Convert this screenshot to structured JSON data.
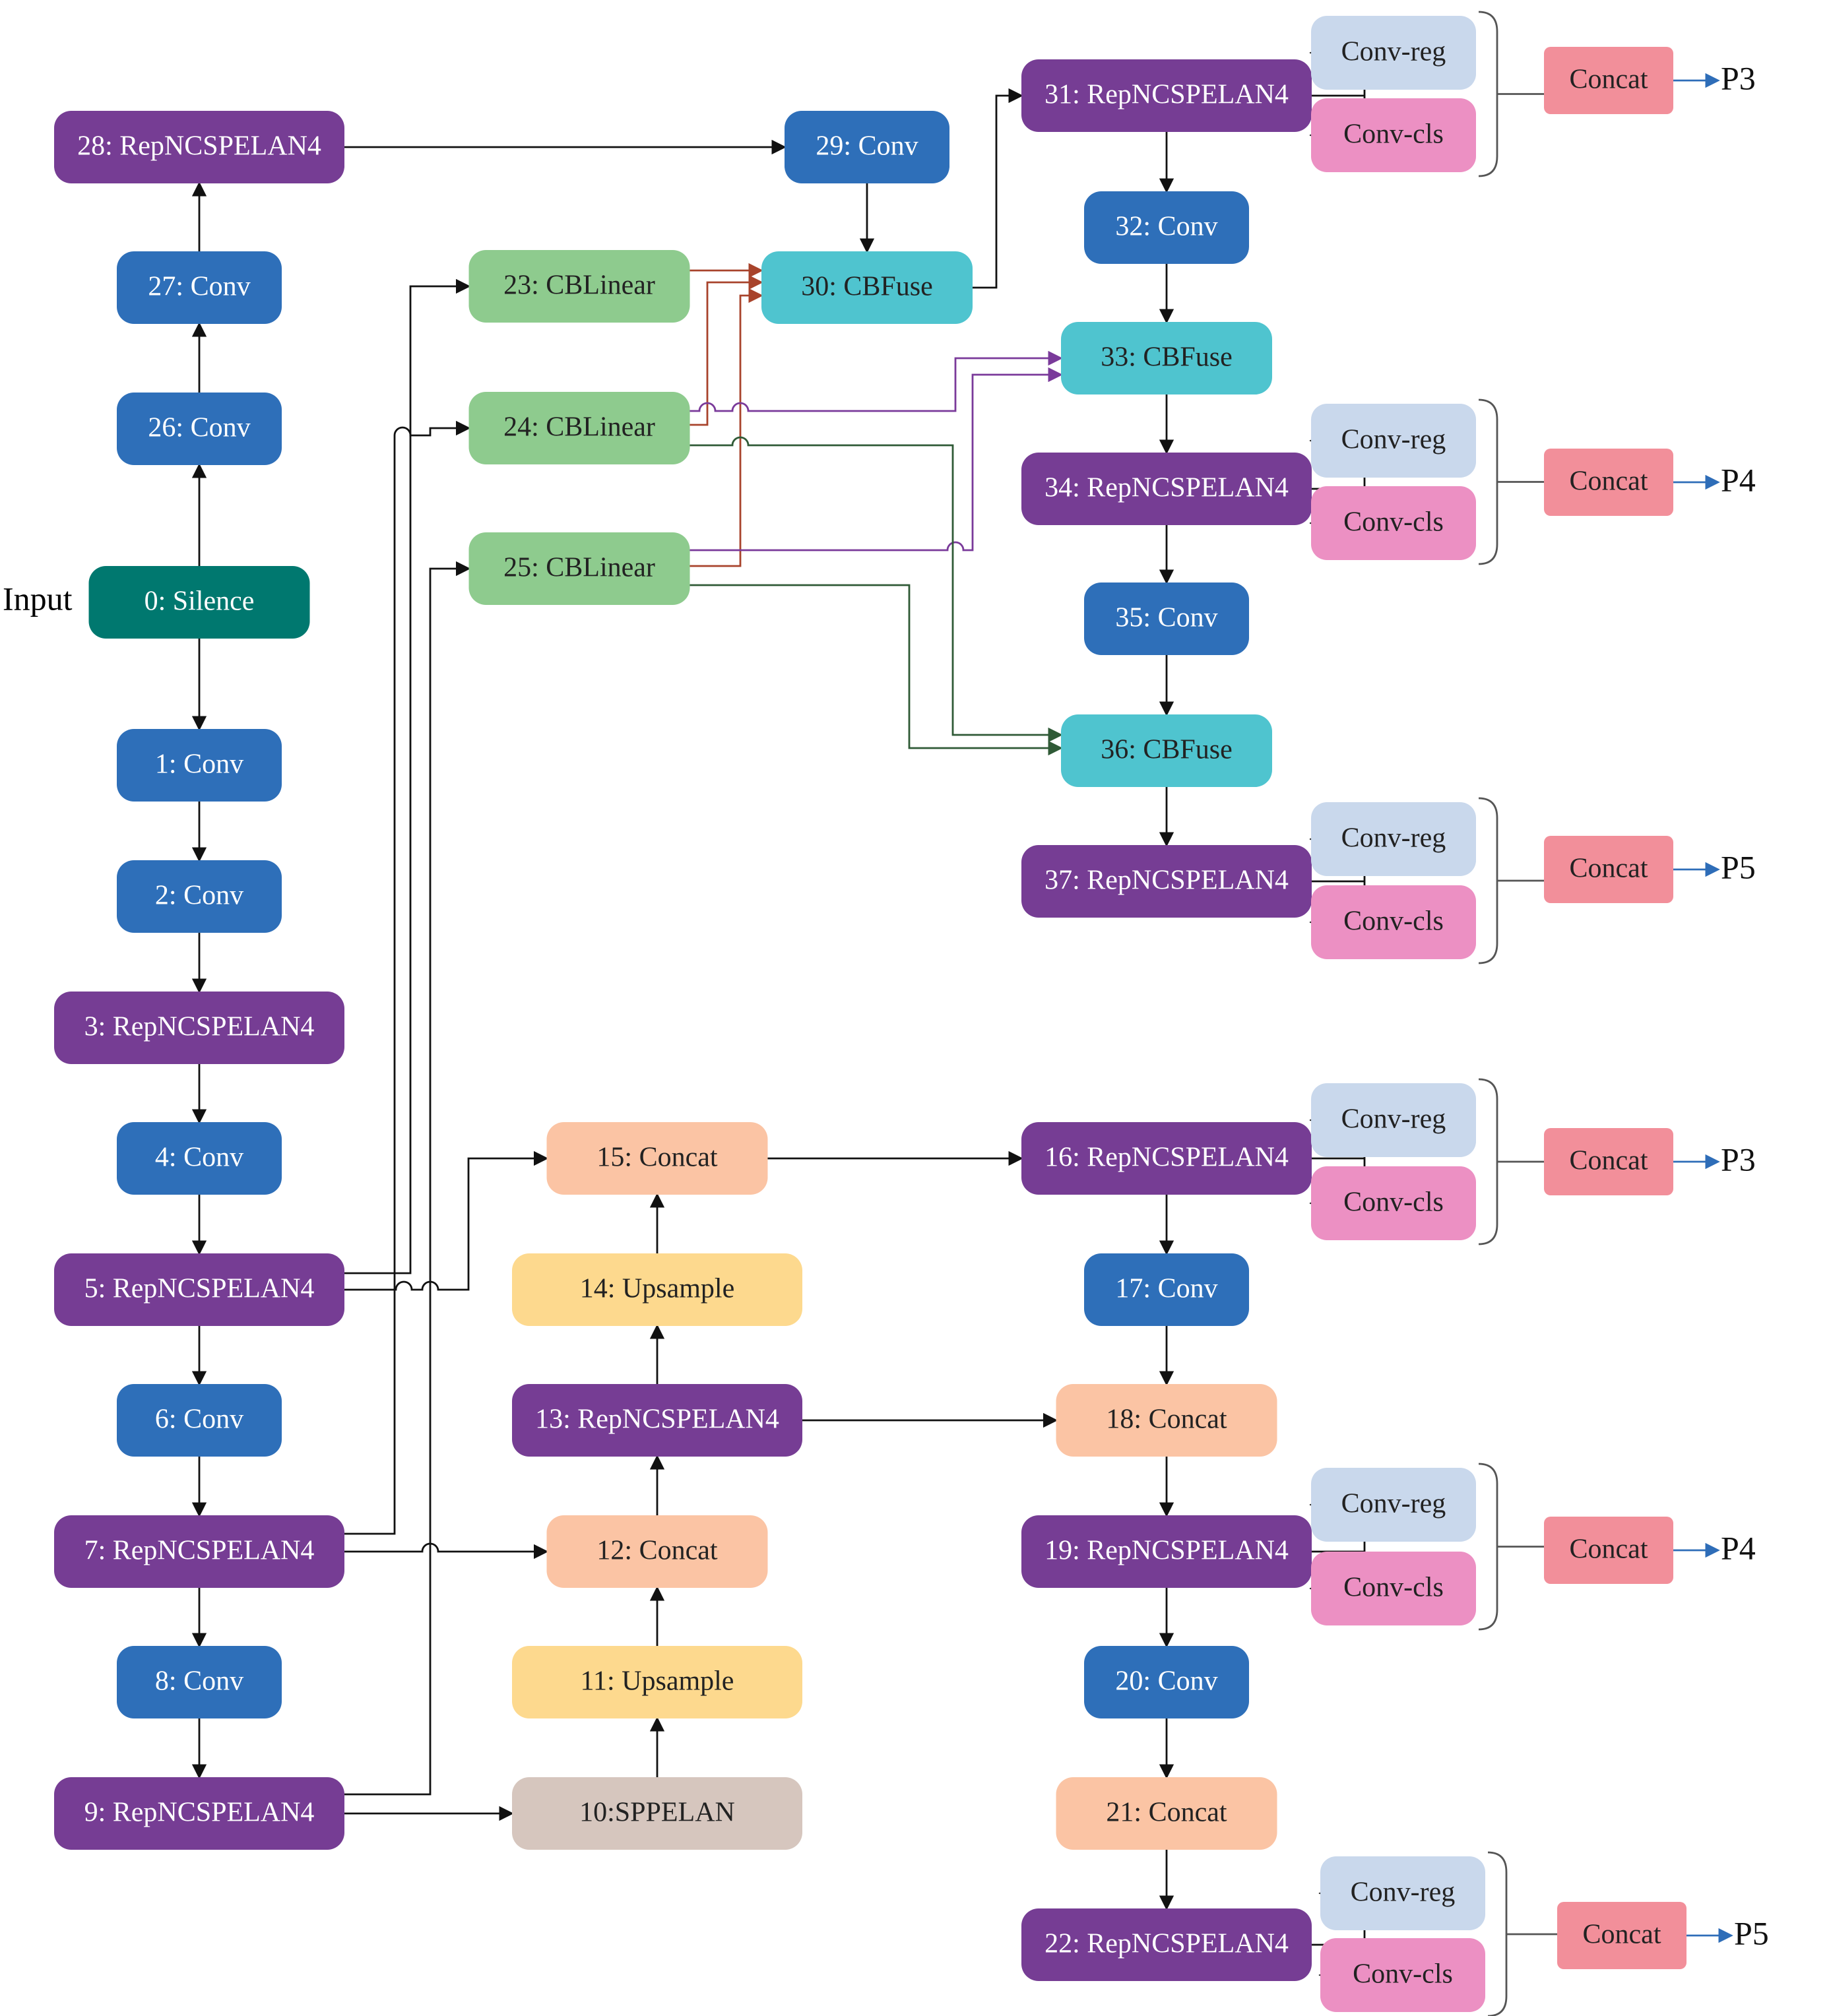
{
  "diagram": {
    "input_label": "Input",
    "nodes": {
      "n0": {
        "label": "0: Silence",
        "kind": "silence"
      },
      "n1": {
        "label": "1: Conv",
        "kind": "conv"
      },
      "n2": {
        "label": "2: Conv",
        "kind": "conv"
      },
      "n3": {
        "label": "3: RepNCSPELAN4",
        "kind": "rep"
      },
      "n4": {
        "label": "4: Conv",
        "kind": "conv"
      },
      "n5": {
        "label": "5: RepNCSPELAN4",
        "kind": "rep"
      },
      "n6": {
        "label": "6: Conv",
        "kind": "conv"
      },
      "n7": {
        "label": "7: RepNCSPELAN4",
        "kind": "rep"
      },
      "n8": {
        "label": "8: Conv",
        "kind": "conv"
      },
      "n9": {
        "label": "9: RepNCSPELAN4",
        "kind": "rep"
      },
      "n10": {
        "label": "10:SPPELAN",
        "kind": "sppelan"
      },
      "n11": {
        "label": "11: Upsample",
        "kind": "upsample"
      },
      "n12": {
        "label": "12: Concat",
        "kind": "concat"
      },
      "n13": {
        "label": "13: RepNCSPELAN4",
        "kind": "rep"
      },
      "n14": {
        "label": "14: Upsample",
        "kind": "upsample"
      },
      "n15": {
        "label": "15: Concat",
        "kind": "concat"
      },
      "n16": {
        "label": "16: RepNCSPELAN4",
        "kind": "rep"
      },
      "n17": {
        "label": "17: Conv",
        "kind": "conv"
      },
      "n18": {
        "label": "18: Concat",
        "kind": "concat"
      },
      "n19": {
        "label": "19: RepNCSPELAN4",
        "kind": "rep"
      },
      "n20": {
        "label": "20: Conv",
        "kind": "conv"
      },
      "n21": {
        "label": "21: Concat",
        "kind": "concat"
      },
      "n22": {
        "label": "22: RepNCSPELAN4",
        "kind": "rep"
      },
      "n23": {
        "label": "23: CBLinear",
        "kind": "cblinear"
      },
      "n24": {
        "label": "24: CBLinear",
        "kind": "cblinear"
      },
      "n25": {
        "label": "25: CBLinear",
        "kind": "cblinear"
      },
      "n26": {
        "label": "26: Conv",
        "kind": "conv"
      },
      "n27": {
        "label": "27: Conv",
        "kind": "conv"
      },
      "n28": {
        "label": "28: RepNCSPELAN4",
        "kind": "rep"
      },
      "n29": {
        "label": "29: Conv",
        "kind": "conv"
      },
      "n30": {
        "label": "30: CBFuse",
        "kind": "cbfuse"
      },
      "n31": {
        "label": "31: RepNCSPELAN4",
        "kind": "rep"
      },
      "n32": {
        "label": "32: Conv",
        "kind": "conv"
      },
      "n33": {
        "label": "33: CBFuse",
        "kind": "cbfuse"
      },
      "n34": {
        "label": "34: RepNCSPELAN4",
        "kind": "rep"
      },
      "n35": {
        "label": "35: Conv",
        "kind": "conv"
      },
      "n36": {
        "label": "36: CBFuse",
        "kind": "cbfuse"
      },
      "n37": {
        "label": "37: RepNCSPELAN4",
        "kind": "rep"
      }
    },
    "heads": [
      {
        "source": "n31",
        "reg_label": "Conv-reg",
        "cls_label": "Conv-cls",
        "concat_label": "Concat",
        "output": "P3"
      },
      {
        "source": "n34",
        "reg_label": "Conv-reg",
        "cls_label": "Conv-cls",
        "concat_label": "Concat",
        "output": "P4"
      },
      {
        "source": "n37",
        "reg_label": "Conv-reg",
        "cls_label": "Conv-cls",
        "concat_label": "Concat",
        "output": "P5"
      },
      {
        "source": "n16",
        "reg_label": "Conv-reg",
        "cls_label": "Conv-cls",
        "concat_label": "Concat",
        "output": "P3"
      },
      {
        "source": "n19",
        "reg_label": "Conv-reg",
        "cls_label": "Conv-cls",
        "concat_label": "Concat",
        "output": "P4"
      },
      {
        "source": "n22",
        "reg_label": "Conv-reg",
        "cls_label": "Conv-cls",
        "concat_label": "Concat",
        "output": "P5"
      }
    ],
    "colors": {
      "silence": "#00786f",
      "conv": "#2e6fb9",
      "rep": "#763d94",
      "cblinear": "#8ecb8e",
      "cbfuse": "#4fc4cf",
      "concat": "#fbc4a4",
      "upsample": "#fdd98e",
      "sppelan": "#d6c6be",
      "conv_reg": "#c9d8ec",
      "conv_cls": "#ec90c3",
      "head_concat": "#f28f9a",
      "edge_black": "#111111",
      "edge_brown": "#a8432b",
      "edge_purple": "#7a3a9a",
      "edge_green": "#2f5a36",
      "edge_blue": "#2e6db8"
    }
  }
}
